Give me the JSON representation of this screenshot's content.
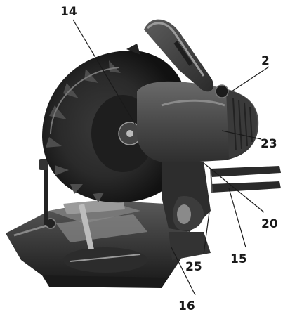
{
  "callouts": [
    {
      "id": "14",
      "label": "14"
    },
    {
      "id": "2",
      "label": "2"
    },
    {
      "id": "23",
      "label": "23"
    },
    {
      "id": "20",
      "label": "20"
    },
    {
      "id": "15",
      "label": "15"
    },
    {
      "id": "25",
      "label": "25"
    },
    {
      "id": "16",
      "label": "16"
    }
  ]
}
